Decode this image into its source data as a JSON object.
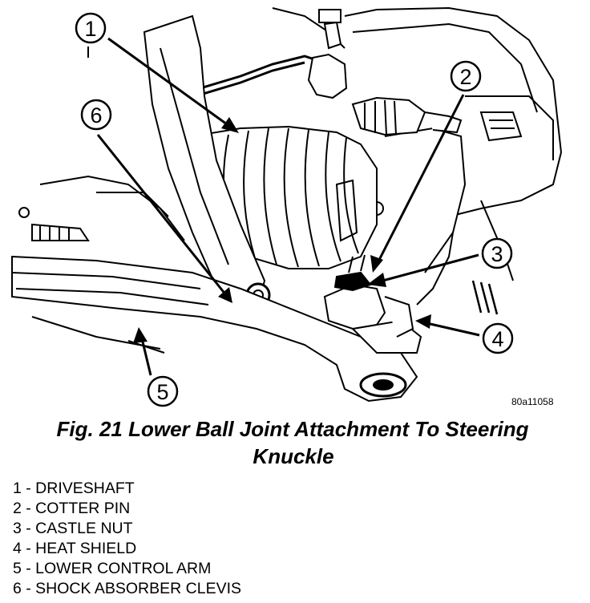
{
  "figure": {
    "code": "80a11058",
    "callouts": [
      {
        "id": "1",
        "label": "1"
      },
      {
        "id": "2",
        "label": "2"
      },
      {
        "id": "3",
        "label": "3"
      },
      {
        "id": "4",
        "label": "4"
      },
      {
        "id": "5",
        "label": "5"
      },
      {
        "id": "6",
        "label": "6"
      }
    ]
  },
  "caption": {
    "line1": "Fig. 21 Lower Ball Joint Attachment To Steering",
    "line2": "Knuckle"
  },
  "legend": [
    {
      "number": "1",
      "text": "1 - DRIVESHAFT"
    },
    {
      "number": "2",
      "text": "2 - COTTER PIN"
    },
    {
      "number": "3",
      "text": "3 - CASTLE NUT"
    },
    {
      "number": "4",
      "text": "4 - HEAT SHIELD"
    },
    {
      "number": "5",
      "text": "5 - LOWER CONTROL ARM"
    },
    {
      "number": "6",
      "text": "6 - SHOCK ABSORBER CLEVIS"
    }
  ]
}
